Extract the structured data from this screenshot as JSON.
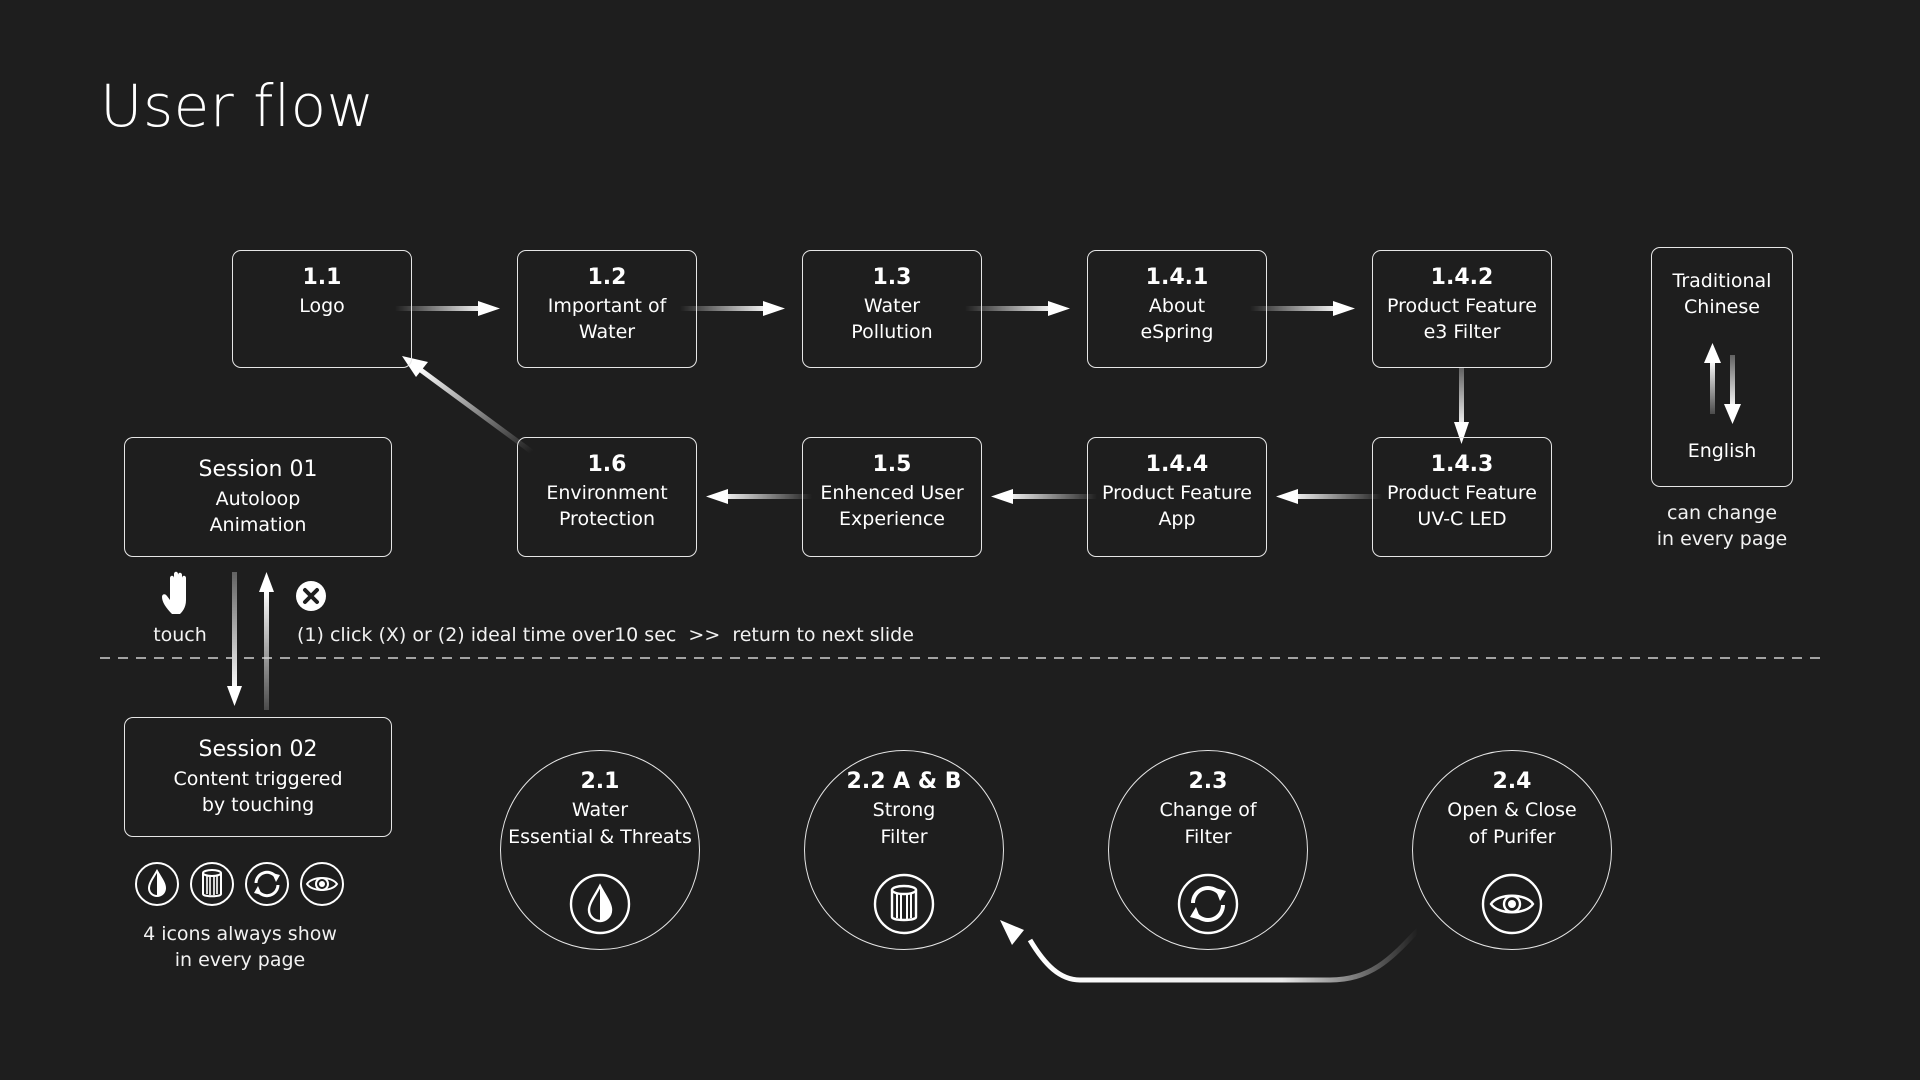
{
  "page": {
    "title": "User flow"
  },
  "nodes": [
    {
      "num": "1.1",
      "label": "Logo"
    },
    {
      "num": "1.2",
      "label": "Important of Water"
    },
    {
      "num": "1.3",
      "label": "Water Pollution"
    },
    {
      "num": "1.4.1",
      "label": "About eSpring"
    },
    {
      "num": "1.4.2",
      "label": "Product Feature e3 Filter"
    },
    {
      "num": "1.6",
      "label": "Environment Protection"
    },
    {
      "num": "1.5",
      "label": "Enhenced User Experience"
    },
    {
      "num": "1.4.4",
      "label": "Product Feature App"
    },
    {
      "num": "1.4.3",
      "label": "Product Feature UV-C LED"
    }
  ],
  "session01": {
    "name": "Session 01",
    "line1": "Autoloop",
    "line2": "Animation"
  },
  "session02": {
    "name": "Session 02",
    "line1": "Content triggered",
    "line2": "by touching"
  },
  "language": {
    "top1": "Traditional",
    "top2": "Chinese",
    "bottom": "English",
    "note1": "can change",
    "note2": "in every page"
  },
  "touch_label": "touch",
  "return_note": "(1) click (X) or (2) ideal time over10 sec  >>  return to next slide",
  "icons_note": {
    "line1": "4 icons always show",
    "line2": "in every page"
  },
  "icons": [
    "water-drop-icon",
    "filter-icon",
    "refresh-icon",
    "eye-icon"
  ],
  "circles": [
    {
      "num": "2.1",
      "line1": "Water",
      "line2": "Essential & Threats",
      "icon": "water-drop-icon"
    },
    {
      "num": "2.2 A & B",
      "line1": "Strong",
      "line2": "Filter",
      "icon": "filter-icon"
    },
    {
      "num": "2.3",
      "line1": "Change of",
      "line2": "Filter",
      "icon": "refresh-icon"
    },
    {
      "num": "2.4",
      "line1": "Open & Close",
      "line2": "of Purifer",
      "icon": "eye-icon"
    }
  ]
}
